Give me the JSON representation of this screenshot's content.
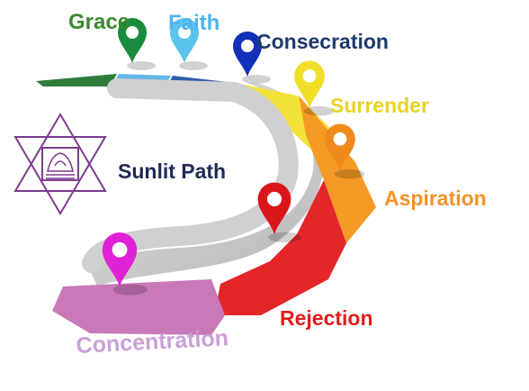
{
  "diagram": {
    "center_title": {
      "text": "Sunlit Path",
      "color": "#1f2a55"
    },
    "emblem": {
      "icon": "star-of-david-lotus-symbol",
      "color": "#7d3c8f"
    },
    "road_center_color": "#c8c8c8",
    "stages": [
      {
        "id": "grace",
        "label": "Grace",
        "color": "#3a8a2e"
      },
      {
        "id": "faith",
        "label": "Faith",
        "color": "#4fb3ea"
      },
      {
        "id": "consecration",
        "label": "Consecration",
        "color": "#1f3a6e"
      },
      {
        "id": "surrender",
        "label": "Surrender",
        "color": "#e8d325"
      },
      {
        "id": "aspiration",
        "label": "Aspiration",
        "color": "#f39325"
      },
      {
        "id": "rejection",
        "label": "Rejection",
        "color": "#e41a1a"
      },
      {
        "id": "concentration",
        "label": "Concentration",
        "color": "#c9a0d6"
      }
    ],
    "pin_colors": {
      "grace": "#1a8a3c",
      "faith": "#5bc4ee",
      "consecration": "#1330b8",
      "surrender": "#f0de28",
      "aspiration": "#f08a1c",
      "rejection": "#d9161b",
      "concentration": "#e021d6"
    },
    "segment_colors": {
      "grace": "#2e7d3a",
      "faith": "#62b8e8",
      "consecration": "#2d5fa8",
      "surrender": "#f2e23a",
      "aspiration": "#f59a26",
      "rejection": "#e3262a",
      "concentration": "#c978b8"
    }
  }
}
